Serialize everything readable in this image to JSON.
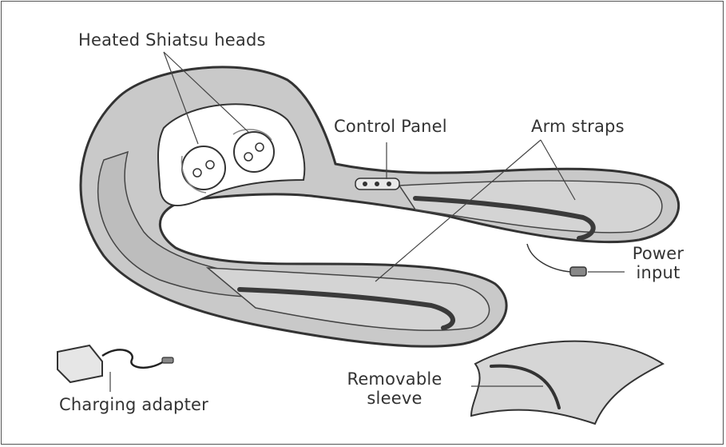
{
  "labels": {
    "heated_heads": "Heated Shiatsu heads",
    "control_panel": "Control Panel",
    "arm_straps": "Arm straps",
    "power_input_line1": "Power",
    "power_input_line2": "input",
    "removable_sleeve_line1": "Removable",
    "removable_sleeve_line2": "sleeve",
    "charging_adapter": "Charging adapter"
  },
  "colors": {
    "body_fill": "#c9c9c9",
    "body_stroke": "#333333",
    "light_fill": "#e2e2e2",
    "dark_groove": "#3a3a3a",
    "text": "#333333"
  }
}
